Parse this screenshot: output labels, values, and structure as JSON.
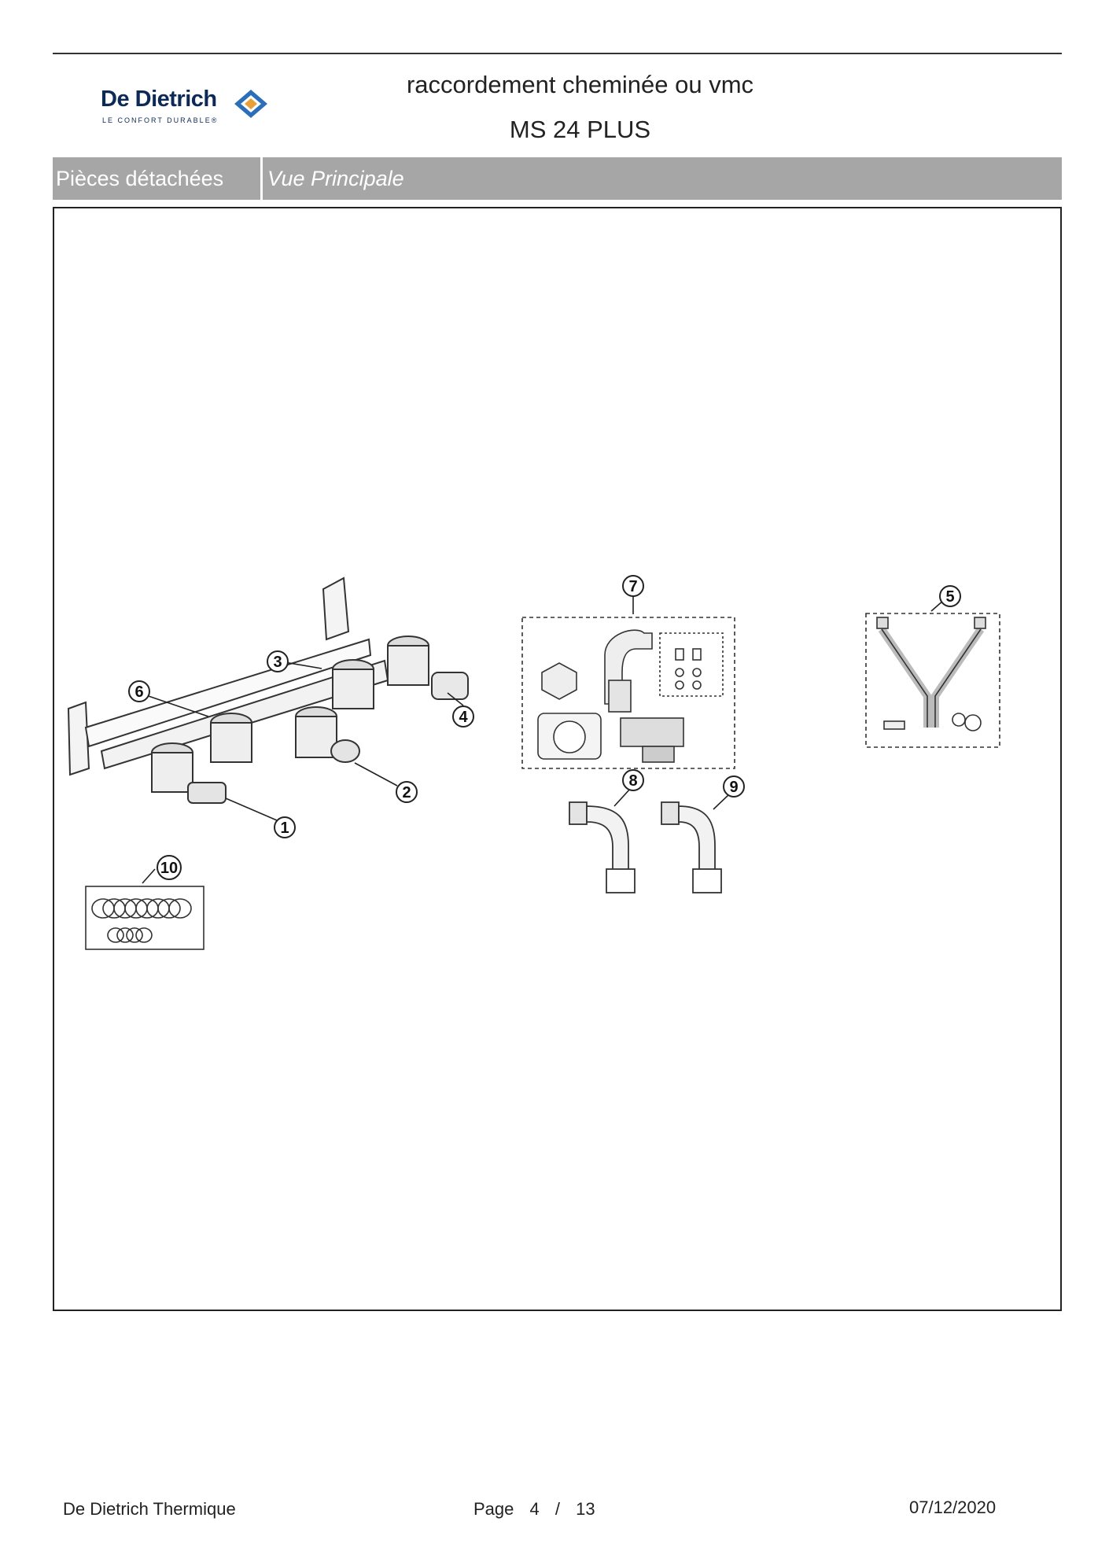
{
  "header": {
    "brand_name": "De Dietrich",
    "brand_tagline": "LE CONFORT DURABLE®",
    "title_line1": "raccordement cheminée ou vmc",
    "title_line2": "MS 24 PLUS"
  },
  "section_bar": {
    "left_label": "Pièces détachées",
    "right_label": "Vue Principale"
  },
  "diagram": {
    "callouts": [
      "1",
      "2",
      "3",
      "4",
      "5",
      "6",
      "7",
      "8",
      "9",
      "10"
    ]
  },
  "footer": {
    "company": "De Dietrich Thermique",
    "page_label": "Page",
    "page_current": "4",
    "page_separator": "/",
    "page_total": "13",
    "date": "07/12/2020"
  },
  "colors": {
    "bar": "#a6a6a6",
    "brand_blue": "#0c2a55",
    "brand_orange": "#e8a13a",
    "brand_accent_blue": "#2a6fb8"
  }
}
